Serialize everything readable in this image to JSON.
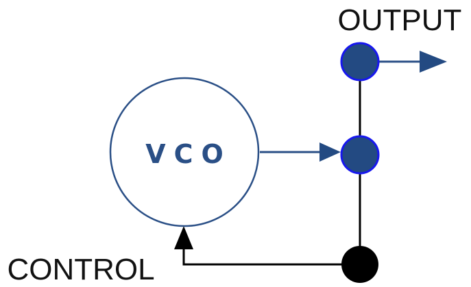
{
  "diagram": {
    "vco_label": "VCO",
    "output_label": "OUTPUT",
    "control_label": "CONTROL"
  },
  "colors": {
    "blue_stroke": "#2a4f86",
    "node_fill": "#234a82",
    "node_border": "#1717ee",
    "wire": "#000000",
    "ground_node": "#000000",
    "text": "#111111"
  }
}
